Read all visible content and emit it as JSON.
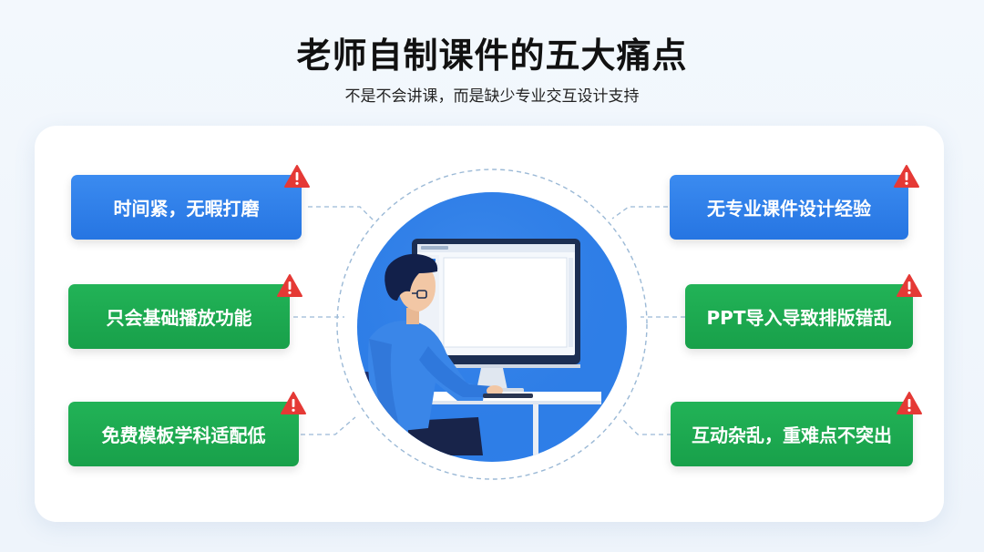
{
  "header": {
    "title": "老师自制课件的五大痛点",
    "subtitle": "不是不会讲课，而是缺少专业交互设计支持"
  },
  "pain_points": {
    "left": [
      {
        "label": "时间紧，无暇打磨",
        "color": "blue"
      },
      {
        "label": "只会基础播放功能",
        "color": "green"
      },
      {
        "label": "免费模板学科适配低",
        "color": "green"
      }
    ],
    "right": [
      {
        "label": "无专业课件设计经验",
        "color": "blue"
      },
      {
        "label": "PPT导入导致排版错乱",
        "color": "green"
      },
      {
        "label": "互动杂乱，重难点不突出",
        "color": "green"
      }
    ]
  },
  "icons": {
    "warning": "warning-triangle-icon",
    "illustration": "teacher-at-computer-illustration"
  },
  "colors": {
    "blue": "#2f80ed",
    "green": "#1aa84f",
    "warning": "#e53935",
    "circle": "#2f7fe8"
  }
}
